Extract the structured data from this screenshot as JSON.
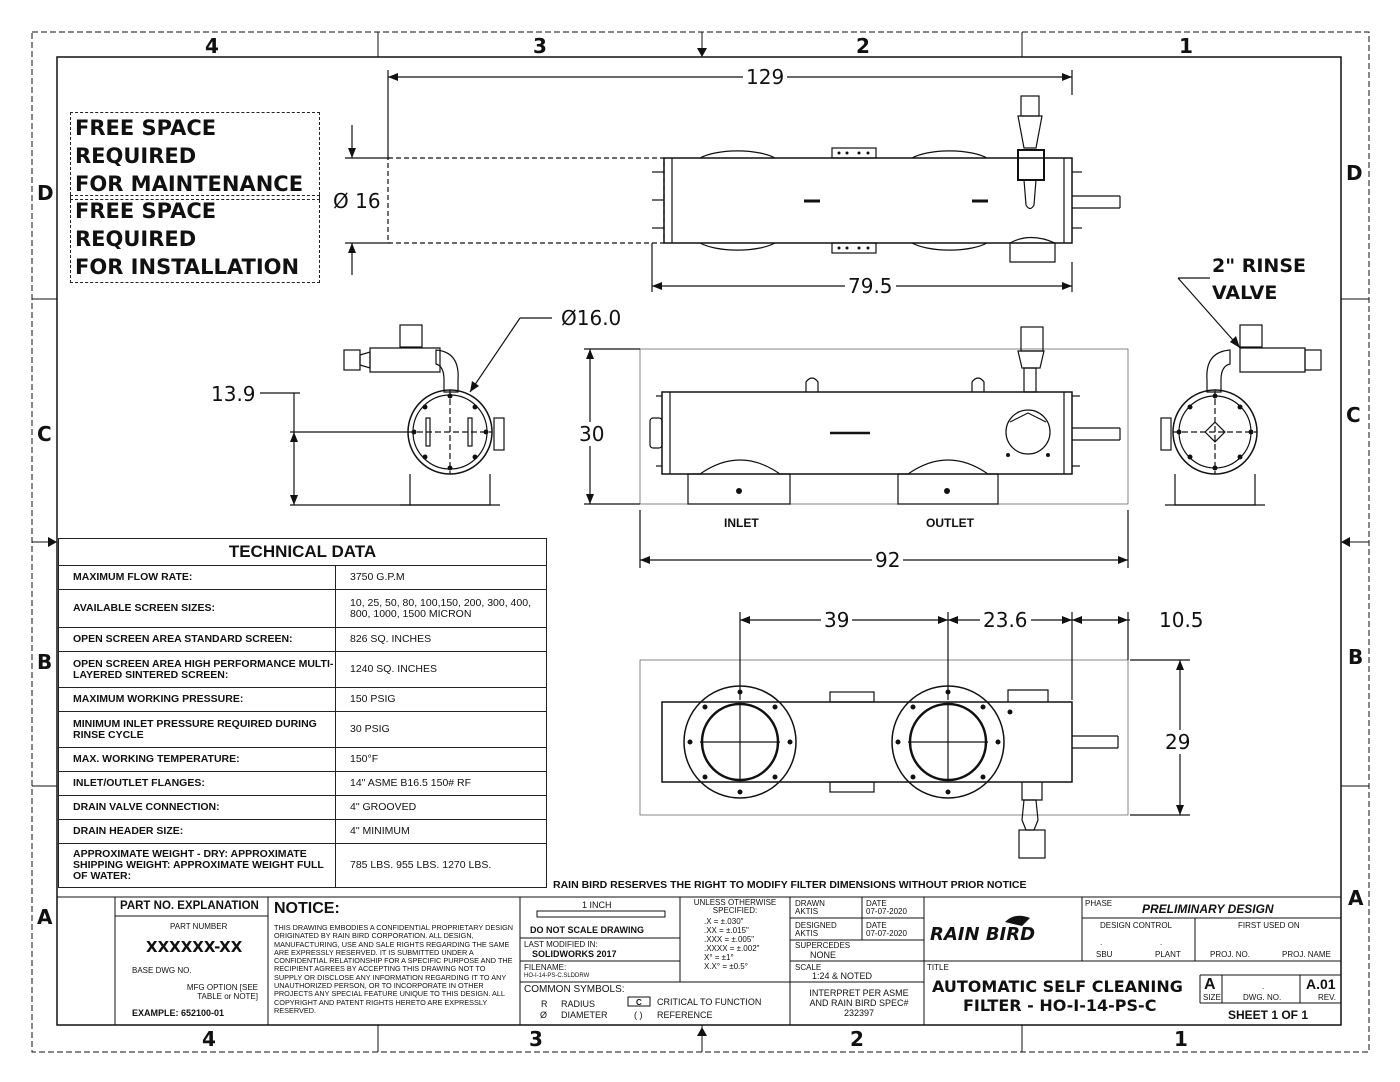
{
  "zones": {
    "top": [
      "4",
      "3",
      "2",
      "1"
    ],
    "bottom": [
      "4",
      "3",
      "2",
      "1"
    ],
    "left": [
      "D",
      "C",
      "B",
      "A"
    ],
    "right": [
      "D",
      "C",
      "B",
      "A"
    ]
  },
  "labels": {
    "free_space_maintenance": [
      "FREE SPACE REQUIRED",
      "FOR MAINTENANCE"
    ],
    "free_space_installation": [
      "FREE SPACE REQUIRED",
      "FOR INSTALLATION"
    ],
    "rinse_valve": [
      "2\" RINSE",
      "VALVE"
    ],
    "inlet": "INLET",
    "outlet": "OUTLET"
  },
  "dimensions": {
    "top_length": "129",
    "top_dia": "Ø 16",
    "top_body": "79.5",
    "side_dia": "Ø16.0",
    "side_height": "13.9",
    "front_height": "30",
    "front_length": "92",
    "bottom_39": "39",
    "bottom_23_6": "23.6",
    "bottom_10_5": "10.5",
    "bottom_29": "29"
  },
  "technical_data": {
    "title": "TECHNICAL DATA",
    "rows": [
      {
        "label": "MAXIMUM FLOW RATE:",
        "value": "3750 G.P.M"
      },
      {
        "label": "AVAILABLE SCREEN SIZES:",
        "value": "10, 25, 50, 80, 100,150, 200, 300, 400, 800, 1000, 1500 MICRON"
      },
      {
        "label": "OPEN SCREEN AREA STANDARD SCREEN:",
        "value": "826 SQ. INCHES"
      },
      {
        "label": "OPEN SCREEN AREA HIGH PERFORMANCE MULTI-LAYERED SINTERED SCREEN:",
        "value": "1240 SQ. INCHES"
      },
      {
        "label": "MAXIMUM WORKING PRESSURE:",
        "value": "150 PSIG"
      },
      {
        "label": "MINIMUM INLET PRESSURE REQUIRED DURING RINSE CYCLE",
        "value": "30 PSIG"
      },
      {
        "label": "MAX. WORKING TEMPERATURE:",
        "value": "150°F"
      },
      {
        "label": "INLET/OUTLET FLANGES:",
        "value": "14\" ASME B16.5 150# RF"
      },
      {
        "label": "DRAIN VALVE CONNECTION:",
        "value": "4\" GROOVED"
      },
      {
        "label": "DRAIN HEADER SIZE:",
        "value": "4\" MINIMUM"
      },
      {
        "label": "APPROXIMATE WEIGHT - DRY: APPROXIMATE SHIPPING WEIGHT: APPROXIMATE WEIGHT FULL OF WATER:",
        "value": "785 LBS. 955 LBS. 1270 LBS."
      }
    ]
  },
  "reserve_note": "RAIN BIRD RESERVES THE RIGHT TO MODIFY FILTER DIMENSIONS WITHOUT PRIOR NOTICE",
  "title_block": {
    "part_no_title": "PART NO. EXPLANATION",
    "part_number_label": "PART NUMBER",
    "part_number": "XXXXXX-XX",
    "base_dwg": "BASE DWG NO.",
    "mfg_option": "MFG OPTION [SEE TABLE or NOTE]",
    "example": "EXAMPLE: 652100-01",
    "notice_title": "NOTICE:",
    "notice_text": "THIS DRAWING EMBODIES A CONFIDENTIAL PROPRIETARY DESIGN ORIGINATED BY RAIN BIRD CORPORATION. ALL DESIGN, MANUFACTURING, USE AND SALE RIGHTS REGARDING THE SAME ARE EXPRESSLY RESERVED. IT IS SUBMITTED UNDER A CONFIDENTIAL RELATIONSHIP FOR A SPECIFIC PURPOSE AND THE RECIPIENT AGREES BY ACCEPTING THIS DRAWING NOT TO SUPPLY OR DISCLOSE ANY INFORMATION REGARDING IT TO ANY UNAUTHORIZED PERSON, OR TO INCORPORATE IN OTHER PROJECTS ANY SPECIAL FEATURE UNIQUE TO THIS DESIGN. ALL COPYRIGHT AND PATENT RIGHTS HERETO ARE EXPRESSLY RESERVED.",
    "one_inch": "1 INCH",
    "do_not_scale": "DO NOT SCALE DRAWING",
    "last_modified_label": "LAST MODIFIED IN:",
    "last_modified": "SOLIDWORKS 2017",
    "filename_label": "FILENAME:",
    "filename": "HO-I-14-PS-C.SLDDRW",
    "common_symbols": "COMMON SYMBOLS:",
    "sym_r": "R",
    "sym_r_text": "RADIUS",
    "sym_dia": "Ø",
    "sym_dia_text": "DIAMETER",
    "sym_c": "C",
    "sym_c_text": "CRITICAL TO FUNCTION",
    "sym_ref": "( )",
    "sym_ref_text": "REFERENCE",
    "tolerance_title": "UNLESS OTHERWISE SPECIFIED:",
    "tolerances": [
      ".X = ±.030\"",
      ".XX = ±.015\"",
      ".XXX = ±.005\"",
      ".XXXX = ±.002\"",
      "X° = ±1°",
      "X.X° = ±0.5°"
    ],
    "drawn_label": "DRAWN",
    "drawn": "AKTIS",
    "drawn_date_label": "DATE",
    "drawn_date": "07-07-2020",
    "designed_label": "DESIGNED",
    "designed": "AKTIS",
    "designed_date_label": "DATE",
    "designed_date": "07-07-2020",
    "supercedes_label": "SUPERCEDES",
    "supercedes": "NONE",
    "scale_label": "SCALE",
    "scale": "1:24 & NOTED",
    "interpret": "INTERPRET PER ASME AND RAIN BIRD SPEC# 232397",
    "logo": "RAIN BIRD",
    "phase_label": "PHASE",
    "phase": "PRELIMINARY DESIGN",
    "design_control": "DESIGN CONTROL",
    "first_used_on": "FIRST USED ON",
    "sbu": "SBU",
    "plant": "PLANT",
    "proj_no": "PROJ. NO.",
    "proj_name": "PROJ. NAME",
    "dot": ".",
    "title_label": "TITLE",
    "title_line1": "AUTOMATIC SELF CLEANING",
    "title_line2": "FILTER - HO-I-14-PS-C",
    "size_label": "SIZE",
    "size": "A",
    "dwg_no_label": "DWG. NO.",
    "rev_label": "REV.",
    "rev": "A.01",
    "sheet": "SHEET 1 OF 1"
  }
}
